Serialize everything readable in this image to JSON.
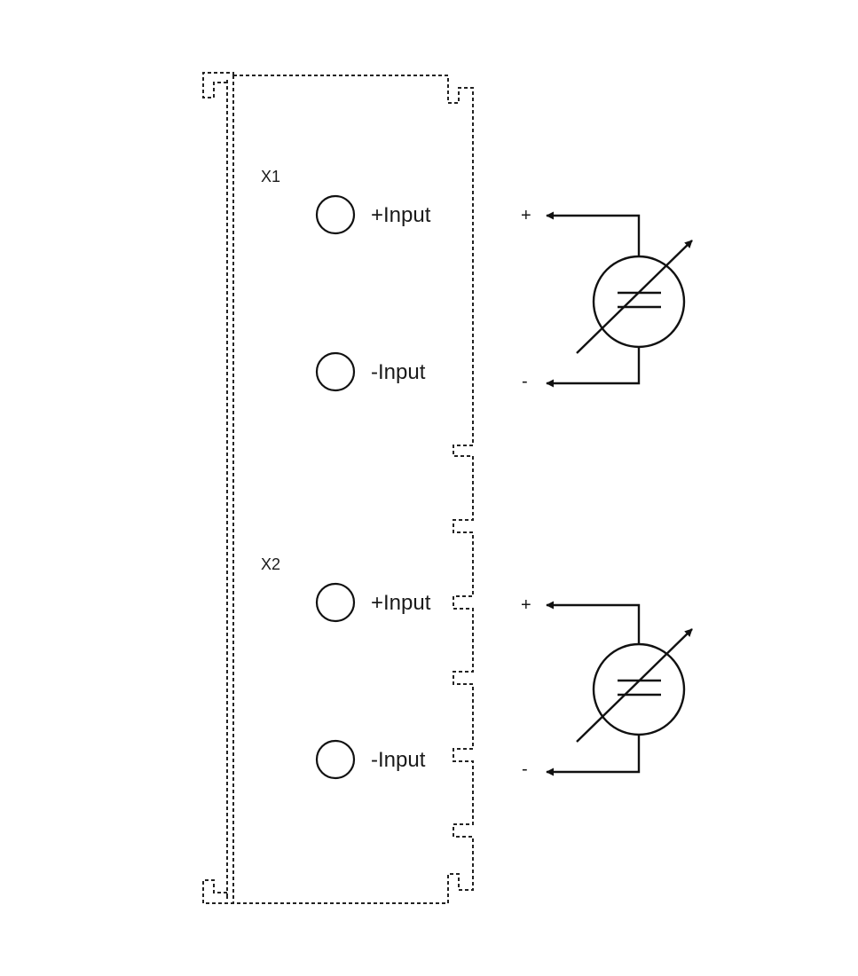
{
  "groups": [
    {
      "label": "X1",
      "terminals": [
        {
          "label": "+Input",
          "polarity": "+"
        },
        {
          "label": "-Input",
          "polarity": "-"
        }
      ],
      "source_icon": "variable-dc-voltage-source-icon"
    },
    {
      "label": "X2",
      "terminals": [
        {
          "label": "+Input",
          "polarity": "+"
        },
        {
          "label": "-Input",
          "polarity": "-"
        }
      ],
      "source_icon": "variable-dc-voltage-source-icon"
    }
  ],
  "colors": {
    "stroke": "#111111",
    "background": "#ffffff"
  }
}
